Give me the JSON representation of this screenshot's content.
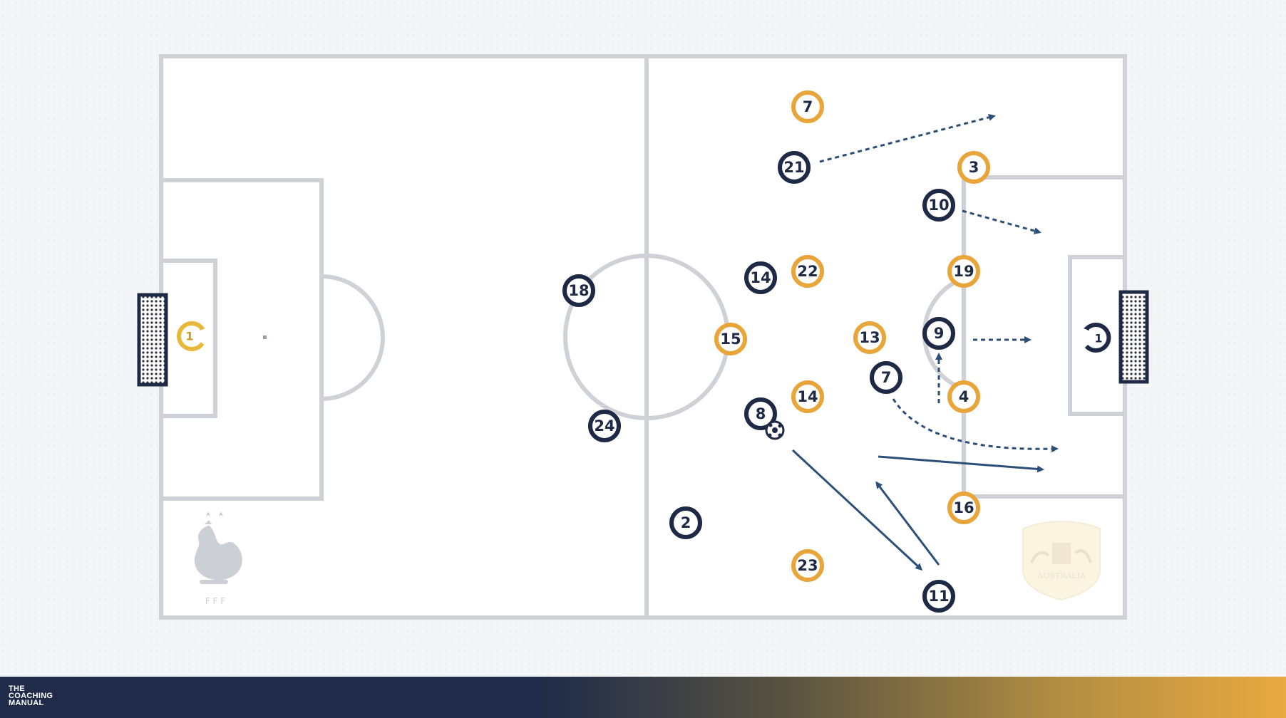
{
  "colors": {
    "navy": "#1e2a45",
    "gold": "#e8a53a",
    "pitch_line": "#cfd1d6",
    "arrow": "#2c4f78"
  },
  "players": {
    "navy": [
      "21",
      "10",
      "18",
      "14",
      "9",
      "7",
      "8",
      "24",
      "2",
      "11"
    ],
    "gold": [
      "7",
      "3",
      "22",
      "19",
      "15",
      "13",
      "14",
      "4",
      "16",
      "23"
    ],
    "goalkeeper_left": "1",
    "goalkeeper_right": "1"
  },
  "ball": {
    "icon": "football-icon"
  },
  "crests": {
    "left": {
      "icon": "rooster-crest-icon",
      "label": "F F F"
    },
    "right": {
      "icon": "australia-crest-icon",
      "label": "AUSTRALIA"
    }
  },
  "footer": {
    "brand_line1": "THE",
    "brand_line2": "COACHING",
    "brand_line3": "MANUAL"
  }
}
